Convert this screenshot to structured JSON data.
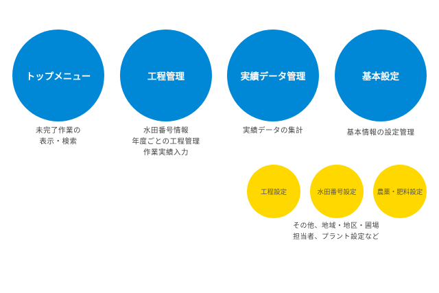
{
  "menus": [
    {
      "label": "トップメニュー",
      "desc": [
        "未完了作業の",
        "表示・検索"
      ]
    },
    {
      "label": "工程管理",
      "desc": [
        "水田番号情報",
        "年度ごとの工程管理",
        "作業実績入力"
      ]
    },
    {
      "label": "実績データ管理",
      "desc": [
        "実績データの集計"
      ]
    },
    {
      "label": "基本設定",
      "desc": [
        "基本情報の設定管理"
      ]
    }
  ],
  "settings": [
    {
      "label": "工程設定"
    },
    {
      "label": "水田番号設定"
    },
    {
      "label": "農薬・肥料設定"
    }
  ],
  "settings_note": [
    "その他、地域・地区・圃場",
    "担当者、プラント設定など"
  ],
  "colors": {
    "primary": "#0088d6",
    "secondary": "#ffd800"
  }
}
